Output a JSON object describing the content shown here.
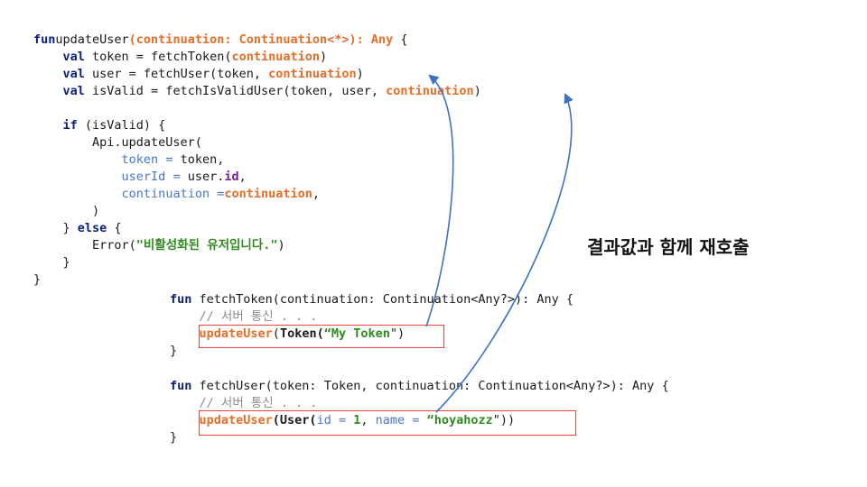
{
  "caption": "결과값과 함께 재호출",
  "colors": {
    "keyword": "#0a1f7a",
    "continuation_highlight": "#e46d27",
    "named_param": "#4a76c8",
    "string_literal": "#2e8a1f",
    "property": "#7a1f8f",
    "comment": "#8c8c8c",
    "box": "#e0463e",
    "arrow": "#3d72c4"
  },
  "update_user_block": {
    "lines": [
      [
        [
          "kw",
          "fun"
        ],
        [
          "",
          "updateUser"
        ],
        [
          "org",
          "(continuation: Continuation<*>): Any"
        ],
        [
          "",
          " {"
        ]
      ],
      [
        [
          "",
          "    "
        ],
        [
          "kw",
          "val"
        ],
        [
          "",
          " token = fetchToken("
        ],
        [
          "org",
          "continuation"
        ],
        [
          "",
          ")"
        ]
      ],
      [
        [
          "",
          "    "
        ],
        [
          "kw",
          "val"
        ],
        [
          "",
          " user = fetchUser(token, "
        ],
        [
          "org",
          "continuation"
        ],
        [
          "",
          ")"
        ]
      ],
      [
        [
          "",
          "    "
        ],
        [
          "kw",
          "val"
        ],
        [
          "",
          " isValid = fetchIsValidUser(token, user, "
        ],
        [
          "org",
          "continuation"
        ],
        [
          "",
          ")"
        ]
      ],
      [
        [
          "",
          ""
        ]
      ],
      [
        [
          "",
          "    "
        ],
        [
          "kw",
          "if"
        ],
        [
          "",
          " (isValid) {"
        ]
      ],
      [
        [
          "",
          "        Api.updateUser("
        ]
      ],
      [
        [
          "",
          "            "
        ],
        [
          "prm",
          "token ="
        ],
        [
          "",
          " token,"
        ]
      ],
      [
        [
          "",
          "            "
        ],
        [
          "prm",
          "userId ="
        ],
        [
          "",
          " user."
        ],
        [
          "prop",
          "id"
        ],
        [
          "",
          ","
        ]
      ],
      [
        [
          "",
          "            "
        ],
        [
          "prm",
          "continuation ="
        ],
        [
          " "
        ],
        [
          "org",
          "continuation"
        ],
        [
          "",
          ","
        ]
      ],
      [
        [
          "",
          "        )"
        ]
      ],
      [
        [
          "",
          "    } "
        ],
        [
          "kw",
          "else"
        ],
        [
          "",
          " {"
        ]
      ],
      [
        [
          "",
          "        Error("
        ],
        [
          "str",
          "\"비활성화된 유저입니다.\""
        ],
        [
          "",
          ")"
        ]
      ],
      [
        [
          "",
          "    }"
        ]
      ],
      [
        [
          "",
          "}"
        ]
      ]
    ]
  },
  "fetch_token_block": {
    "lines": [
      [
        [
          "kw",
          "fun"
        ],
        [
          "",
          " fetchToken(continuation: Continuation<Any?>): Any {"
        ]
      ],
      [
        [
          "",
          "    "
        ],
        [
          "cmt",
          "// 서버 통신 . . ."
        ]
      ],
      [
        [
          "",
          "    "
        ],
        [
          "org",
          "updateUser"
        ],
        [
          "",
          "("
        ],
        [
          "bold",
          "Token("
        ],
        [
          "str",
          "“My Token"
        ],
        [
          "",
          "\")"
        ]
      ],
      [
        [
          "",
          "}"
        ]
      ]
    ]
  },
  "fetch_user_block": {
    "lines": [
      [
        [
          "kw",
          "fun"
        ],
        [
          "",
          " fetchUser(token: Token, continuation: Continuation<Any?>): Any {"
        ]
      ],
      [
        [
          "",
          "    "
        ],
        [
          "cmt",
          "// 서버 통신 . . ."
        ]
      ],
      [
        [
          "",
          "    "
        ],
        [
          "org",
          "updateUser"
        ],
        [
          "bold",
          "(User("
        ],
        [
          "prm",
          "id ="
        ],
        [
          "",
          " "
        ],
        [
          "str",
          "1"
        ],
        [
          "",
          ", "
        ],
        [
          "prm",
          "name ="
        ],
        [
          "",
          " "
        ],
        [
          "str",
          "“hoyahozz"
        ],
        [
          "",
          "\"))"
        ]
      ],
      [
        [
          "",
          "}"
        ]
      ]
    ]
  }
}
